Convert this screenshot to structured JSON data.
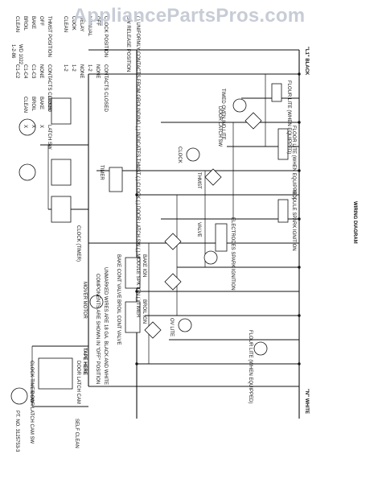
{
  "watermark": {
    "text": "AppliancePartsPros.com",
    "color": "#c7ccd6"
  },
  "diagram": {
    "title": "WIRING DIAGRAM",
    "part_number": "PT. NO. 3125753-3",
    "date_code": "1-2-86",
    "revision": "WD 1022",
    "power": {
      "l1": "\"L1\" BLACK",
      "n": "\"N\" WHITE"
    },
    "labels": {
      "flour_lite": "FLOUR LITE (WHEN EQUIPPED)",
      "floor_lite": "FLOOR LITE (WHEN EQUIPPED)",
      "flour_lite_right": "FLOUR LITE (WHEN EQUIPPED)",
      "module_spark": "MODULE SPARK IGNITION",
      "electrodes": "ELECTRODES SPARK IGNITION",
      "valve": "VALVE",
      "ov_lite": "OV LITE",
      "door_latch_sw": "DOOR LATCH SW",
      "clock": "CLOCK",
      "timer": "TIMER",
      "mover_motor": "MOVER MOTOR",
      "timed_oven_ind_lite": "TIMED OVEN IND LITE",
      "bake_ign": "BAKE IGN",
      "bake_cont_valve": "BAKE CONT VALVE",
      "broil_ign": "BROIL IGN",
      "broil_cont_valve": "BROIL CONT VALVE",
      "thmst": "THMST",
      "clock_timer": "CLOCK (TIMER)",
      "tape_here": "TAPE HERE",
      "door_latch_cam": "DOOR LATCH CAM",
      "clock_timer_sw": "CLOCK TIMER SW",
      "door_latch_cam_sw": "DOOR LATCH CAM SW",
      "self_clean": "SELF CLEAN"
    },
    "legend": {
      "symbols_note": "( ) UNIFORMLY CONTACTS FROM GROUNDING ( ) INDICATES THMST ( ) CLOCK ( ) DOOR LATCH SW ( ) MODULE SPK IGN ( ) TIMER",
      "switch_note": "SW RELEASE POSITION",
      "unmarked_note": "UNMARKED WIRES ARE 18 GA. BLACK AND WHITE",
      "components_note": "COMPONENTS ARE SHOWN IN \"OFF\" POSITION"
    },
    "clock_table": {
      "headers": [
        "CLOCK POSITION",
        "CONTACTS CLOSED"
      ],
      "rows": [
        [
          "OFF",
          "NONE"
        ],
        [
          "MANUAL",
          "1-2"
        ],
        [
          "DELAY",
          "NONE"
        ],
        [
          "COOK",
          "1-2"
        ],
        [
          "CLEAN",
          "1-2"
        ]
      ]
    },
    "thmst_table": {
      "headers": [
        "THMST POSITION",
        "CONTACTS CLOSED"
      ],
      "rows": [
        [
          "OFF",
          "NONE"
        ],
        [
          "BAKE",
          "C1-C3"
        ],
        [
          "BROIL",
          "C1-C4"
        ],
        [
          "CLEAN",
          "C1-C2"
        ]
      ]
    },
    "door_table": {
      "headers": [
        "DOOR",
        "LATCH SW"
      ],
      "rows": [
        [
          "BAKE",
          "X"
        ],
        [
          "BROIL",
          "X"
        ],
        [
          "CLEAN",
          "X"
        ]
      ]
    }
  }
}
